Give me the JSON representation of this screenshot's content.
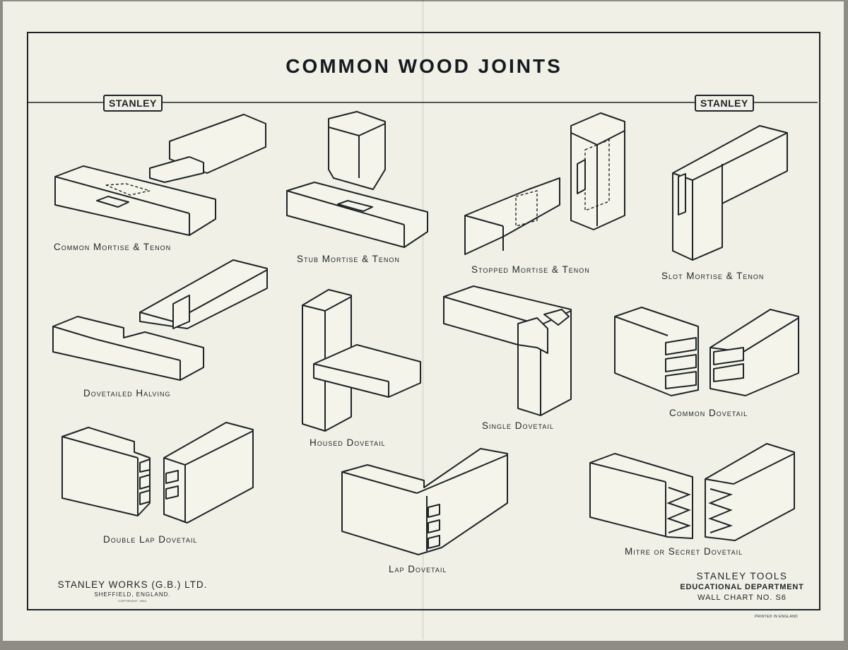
{
  "title": "COMMON WOOD JOINTS",
  "badge_left": "STANLEY",
  "badge_right": "STANLEY",
  "joints": [
    "Common Mortise & Tenon",
    "Stub Mortise & Tenon",
    "Stopped Mortise & Tenon",
    "Slot Mortise & Tenon",
    "Dovetailed Halving",
    "Housed Dovetail",
    "Single Dovetail",
    "Common Dovetail",
    "Double Lap Dovetail",
    "Lap Dovetail",
    "Mitre or Secret Dovetail"
  ],
  "footer_left": {
    "company": "STANLEY WORKS (G.B.) LTD.",
    "location": "SHEFFIELD, ENGLAND.",
    "copyright": "COPYRIGHT 1951"
  },
  "footer_right": {
    "line1": "STANLEY TOOLS",
    "line2": "EDUCATIONAL DEPARTMENT",
    "line3": "WALL CHART NO. S6"
  },
  "printed": "PRINTED IN ENGLAND"
}
